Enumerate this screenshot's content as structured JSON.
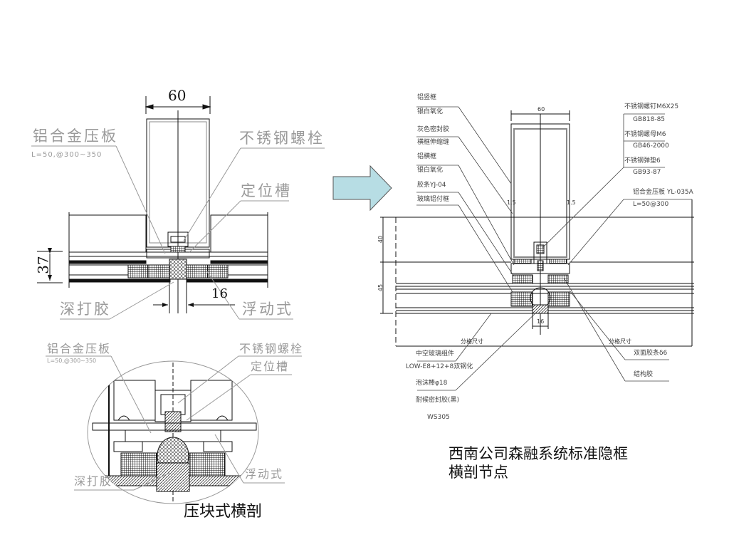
{
  "left_top_drawing": {
    "dim_width": "60",
    "dim_height": "37",
    "dim_gap": "16",
    "labels": {
      "pressure_plate": "铝合金压板",
      "pressure_plate_spec": "L=50,@300~350",
      "bolt": "不锈钢螺栓",
      "locating_groove": "定位槽",
      "deep_sealant": "深打胶",
      "floating": "浮动式"
    }
  },
  "left_bottom_detail": {
    "labels": {
      "pressure_plate": "铝合金压板",
      "pressure_plate_spec": "L=50,@300~350",
      "bolt": "不锈钢螺栓",
      "locating_groove": "定位槽",
      "deep_sealant": "深打胶",
      "floating": "浮动式"
    },
    "caption": "压块式横剖"
  },
  "arrow": {
    "fill": "#b7dde4",
    "stroke": "#555555",
    "direction": "right"
  },
  "right_drawing": {
    "dim_width": "60",
    "dim_upper": "40",
    "dim_lower": "45",
    "dim_gap": "16",
    "dim_wall": "1.5",
    "grid_label": "分格尺寸",
    "left_labels": [
      "铝竖框",
      "银白氧化",
      "灰色密封胶",
      "横框伸缩缝",
      "铝横框",
      "银白氧化",
      "胶条YJ-04",
      "玻璃铝付框"
    ],
    "right_labels": [
      "不锈钢螺钉M6X25",
      "GB818-85",
      "不锈钢螺母M6",
      "GB46-2000",
      "不锈钢弹垫6",
      "GB93-87",
      "铝合金压板 YL-035A",
      "L=50@300"
    ],
    "bottom_left_labels": [
      "中空玻璃组件",
      "LOW-E8+12+8双钢化",
      "泡沫棒φ18",
      "耐候密封胶(黑)",
      "WS305"
    ],
    "bottom_right_labels": [
      "双面胶条δ6",
      "结构胶"
    ],
    "caption_line1": "西南公司森融系统标准隐框",
    "caption_line2": "横剖节点"
  }
}
